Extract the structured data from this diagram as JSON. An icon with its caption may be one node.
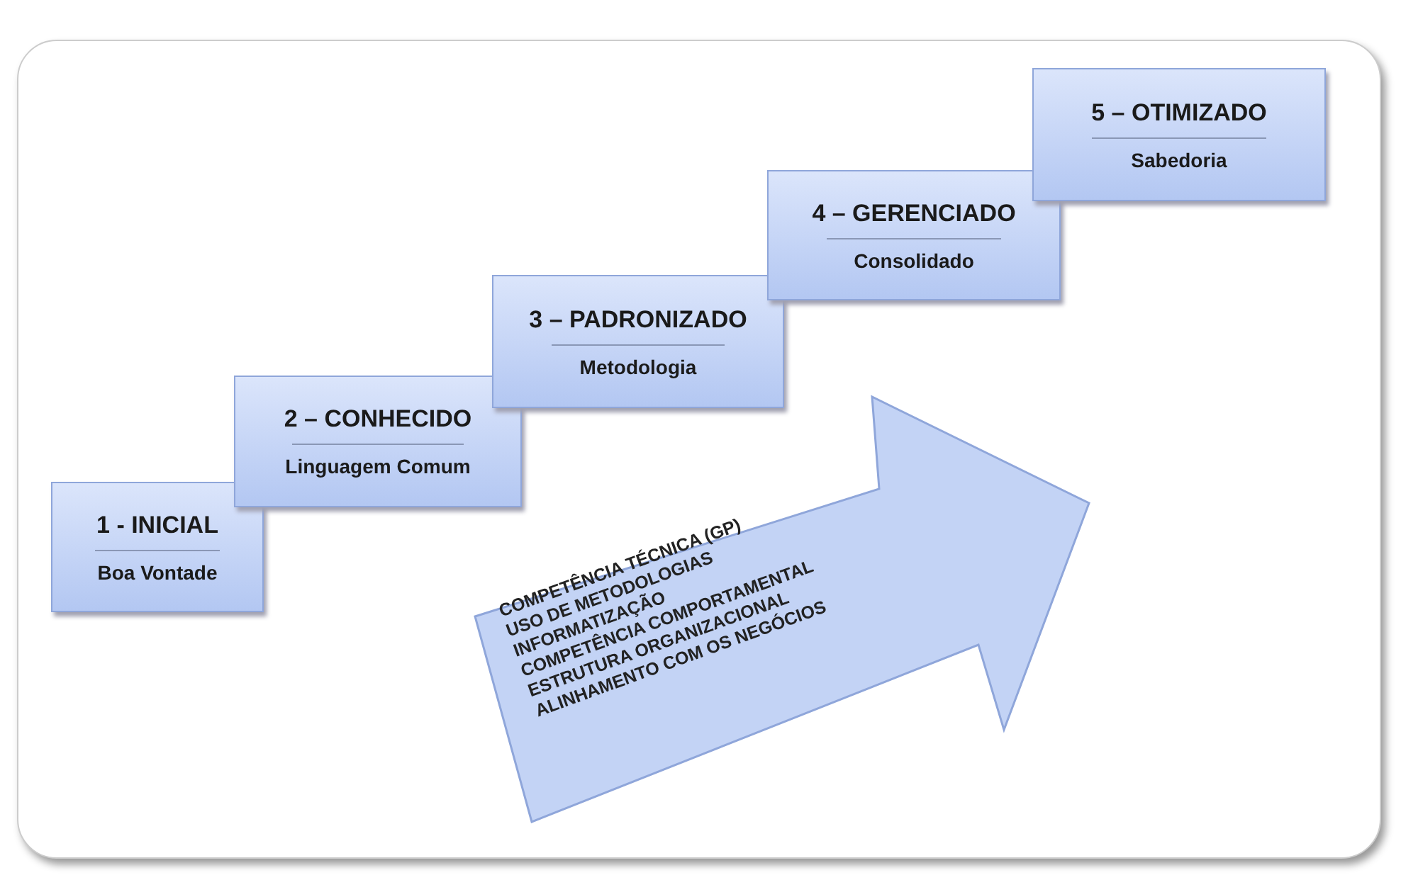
{
  "diagram": {
    "nodes": [
      {
        "text": [
          "1 - INICIAL",
          "Boa Vontade"
        ]
      },
      {
        "text": [
          "2 – CONHECIDO",
          "Linguagem Comum"
        ]
      },
      {
        "text": [
          "3 – PADRONIZADO",
          "Metodologia"
        ]
      },
      {
        "text": [
          "4 – GERENCIADO",
          "Consolidado"
        ]
      },
      {
        "text": [
          "5 – OTIMIZADO",
          "Sabedoria"
        ]
      },
      {
        "text": [
          "COMPETÊNCIA TÉCNICA (GP)",
          "USO DE METODOLOGIAS",
          "INFORMATIZAÇÃO",
          "COMPETÊNCIA COMPORTAMENTAL",
          "ESTRUTURA ORGANIZACIONAL",
          "ALINHAMENTO COM OS NEGÓCIOS"
        ]
      }
    ],
    "edges": []
  }
}
